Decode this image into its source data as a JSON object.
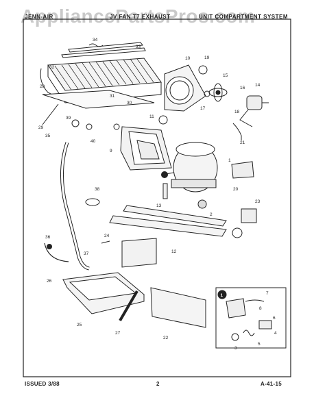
{
  "watermark": "AppliancePartsPros.com",
  "header": {
    "left": "JENN-AIR",
    "center": "JV FAN T7 EXHAUST",
    "right": "UNIT COMPARTMENT SYSTEM"
  },
  "footer": {
    "issued": "ISSUED 3/88",
    "page": "2",
    "code": "A-41-15"
  },
  "inset_label": "1",
  "part_numbers": [
    "34",
    "33",
    "10",
    "19",
    "32",
    "28",
    "31",
    "30",
    "15",
    "16",
    "14",
    "29",
    "39",
    "11",
    "17",
    "18",
    "21",
    "35",
    "40",
    "9",
    "1",
    "38",
    "20",
    "23",
    "13",
    "2",
    "24",
    "36",
    "12",
    "37",
    "26",
    "25",
    "27",
    "22",
    "7",
    "8",
    "6",
    "3",
    "4",
    "5"
  ]
}
